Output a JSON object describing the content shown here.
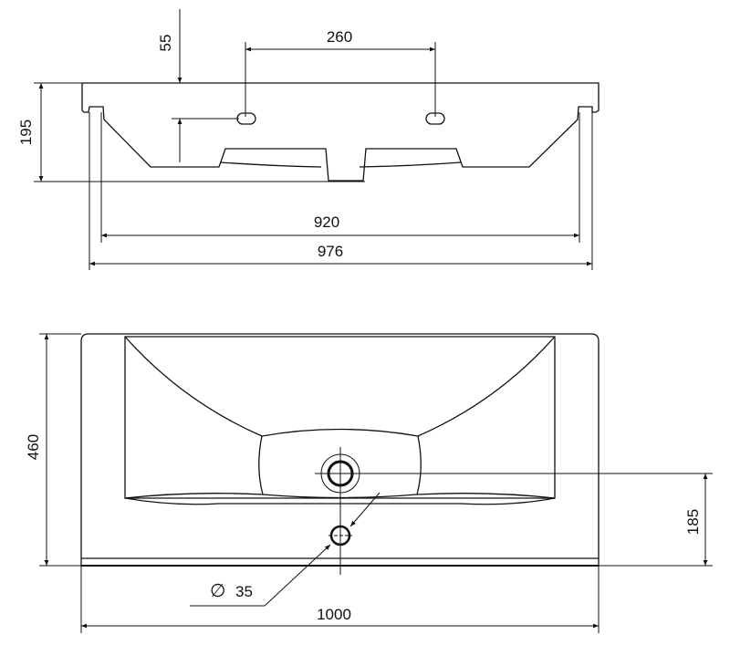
{
  "drawing": {
    "subject": "washbasin technical drawing",
    "views": [
      {
        "name": "front-section-view",
        "dimensions": {
          "faucet_hole_spacing": "260",
          "faucet_hole_depth": "55",
          "height": "195",
          "inner_width": "920",
          "outer_width": "976"
        }
      },
      {
        "name": "top-plan-view",
        "dimensions": {
          "depth": "460",
          "drain_offset": "185",
          "overflow_diameter_symbol": "∅",
          "overflow_diameter": "35",
          "total_width": "1000"
        }
      }
    ]
  },
  "colors": {
    "line": "#111111",
    "background": "#ffffff"
  }
}
